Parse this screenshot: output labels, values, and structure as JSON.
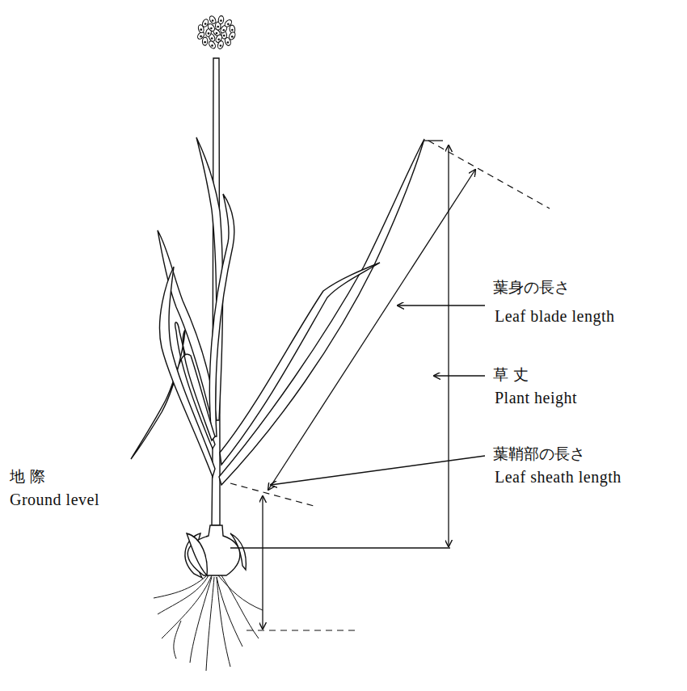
{
  "diagram": {
    "labels": [
      "葉身の長さ",
      "Leaf blade length",
      "草 丈",
      "Plant height",
      "葉鞘部の長さ",
      "Leaf sheath length",
      "地 際",
      "Ground level"
    ]
  }
}
